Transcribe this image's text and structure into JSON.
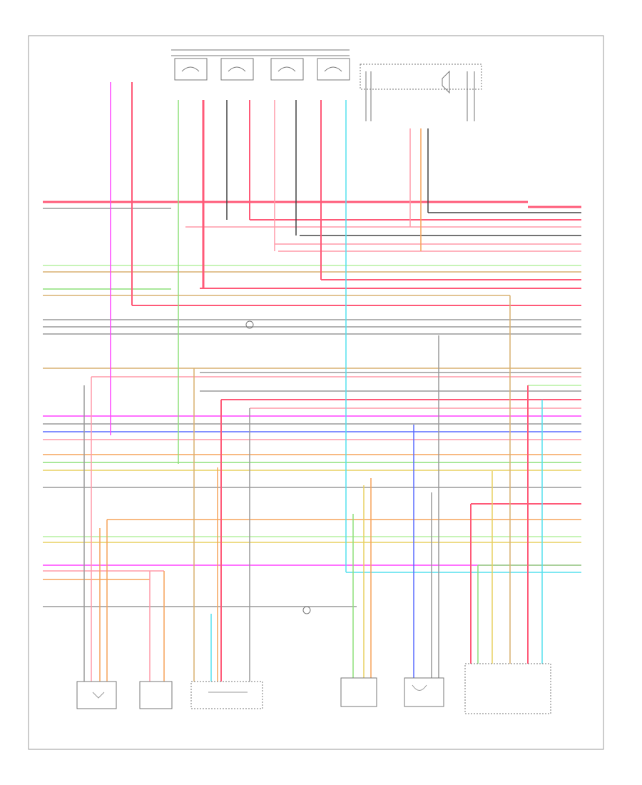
{
  "page": {
    "footer_code": "",
    "colors": {
      "red": "#ff5a78",
      "pink": "#ff9aa8",
      "magenta": "#ff44ff",
      "blue": "#5a6bff",
      "green": "#8ee07a",
      "lightgreen": "#b6f0a0",
      "orange": "#f5a35a",
      "tan": "#d9b070",
      "yellow": "#e8d060",
      "gray": "#9a9a9a",
      "black": "#444444",
      "cyan": "#55e0ee",
      "lavender": "#c7b7ff"
    }
  },
  "top_components": [
    {
      "id": "speaker-group",
      "label": ""
    },
    {
      "id": "radio-module",
      "label": ""
    },
    {
      "id": "connector-left",
      "label": ""
    },
    {
      "id": "connector-right",
      "label": ""
    }
  ],
  "left_labels": [
    "",
    "",
    "",
    "",
    "",
    "",
    "",
    "",
    "",
    "",
    "",
    "",
    "",
    "",
    "",
    "",
    "",
    "",
    "",
    "",
    "",
    ""
  ],
  "right_labels": [
    "",
    "",
    "",
    "",
    "",
    "",
    "",
    "",
    "",
    "",
    "",
    "",
    "",
    "",
    "",
    "",
    "",
    "",
    "",
    "",
    "",
    ""
  ],
  "bottom_components": [
    {
      "id": "sensor-1",
      "caption": ""
    },
    {
      "id": "sensor-2",
      "caption": ""
    },
    {
      "id": "module-3",
      "caption": ""
    },
    {
      "id": "sensor-4",
      "caption": ""
    },
    {
      "id": "sensor-5",
      "caption": ""
    },
    {
      "id": "module-6",
      "caption": ""
    }
  ]
}
